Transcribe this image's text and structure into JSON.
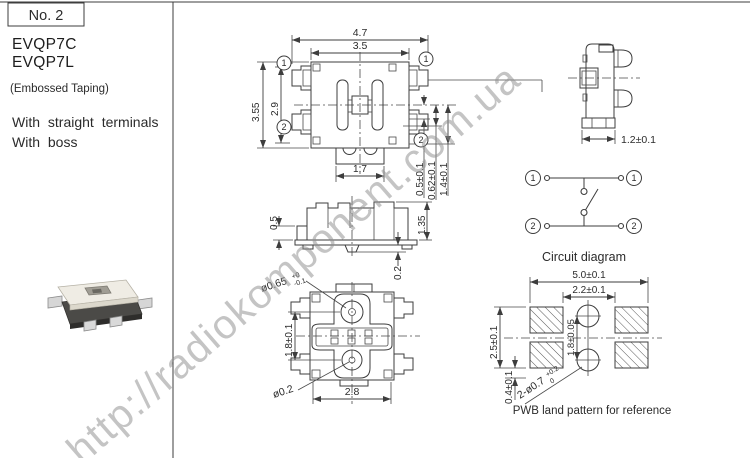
{
  "page": {
    "sheet_no": "No. 2",
    "watermark": "http://radiokomponent.com.ua"
  },
  "left_panel": {
    "model_1": "EVQP7C",
    "model_2": "EVQP7L",
    "taping_note": "(Embossed Taping)",
    "feature_1": "With straight terminals",
    "feature_2": "With boss"
  },
  "terminals": {
    "t1": "1",
    "t2": "2"
  },
  "top_view": {
    "dim_overall_width": "4.7",
    "dim_body_width": "3.5",
    "dim_overall_height": "3.55",
    "dim_body_height": "2.9",
    "dim_stem_width": "1.7",
    "dim_terminal_offset": "0.5±0.1",
    "dim_terminal_thickness": "0.62±0.1",
    "dim_terminal_length": "1.4±0.1"
  },
  "side_view": {
    "dim_base_width": "1.2±0.1"
  },
  "front_view": {
    "dim_terminal_height": "0.5",
    "dim_body_height": "1.35",
    "dim_boss_height": "0.2"
  },
  "bottom_view": {
    "dim_boss_dia": "ø0.65",
    "boss_tol_upper": "+0",
    "boss_tol_lower": "-0.1",
    "dim_boss_pitch": "1.8±0.1",
    "dim_pin_dia": "ø0.2",
    "dim_terminal_span": "2.8"
  },
  "circuit_diagram": {
    "caption": "Circuit diagram"
  },
  "land_pattern": {
    "caption": "PWB land pattern for reference",
    "dim_overall_width": "5.0±0.1",
    "dim_pad_inner_span": "2.2±0.1",
    "dim_pad_outer_height": "2.5±0.1",
    "dim_hole_offset": "0.4±0.1",
    "dim_hole_pitch": "1.8±0.05",
    "dim_holes": "2-ø0.7",
    "holes_tol_upper": "+0.2",
    "holes_tol_lower": "0"
  },
  "colors": {
    "line": "#3d3d3d",
    "text": "#2b2b2b",
    "watermark": "#8f8f8f"
  }
}
